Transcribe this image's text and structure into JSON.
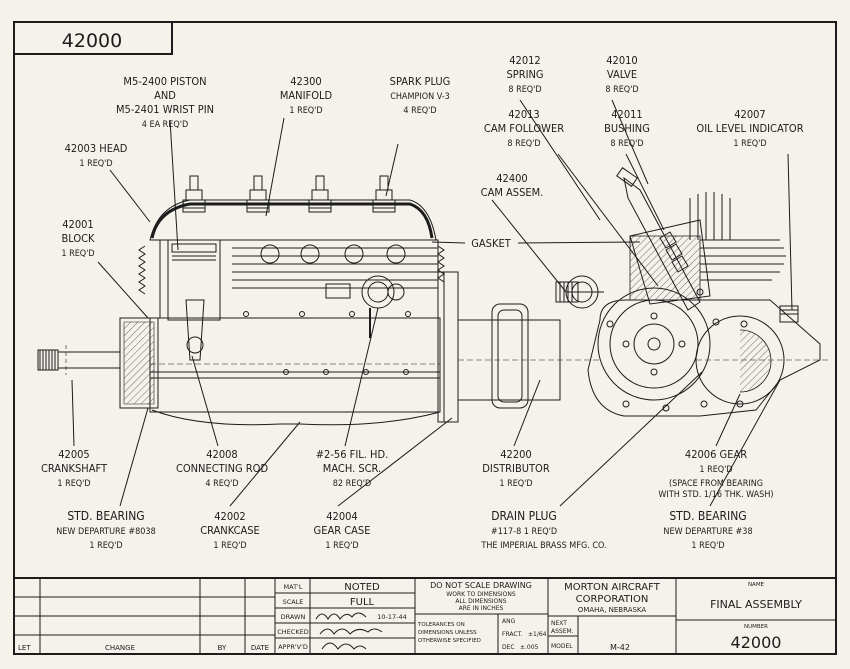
{
  "drawing_number_top": "42000",
  "labels": {
    "piston": [
      "M5-2400 PISTON",
      "AND",
      "M5-2401 WRIST PIN",
      "4 EA REQ'D"
    ],
    "manifold": [
      "42300",
      "MANIFOLD",
      "1 REQ'D"
    ],
    "spark_plug": [
      "SPARK PLUG",
      "CHAMPION V-3",
      "4 REQ'D"
    ],
    "spring": [
      "42012",
      "SPRING",
      "8 REQ'D"
    ],
    "valve": [
      "42010",
      "VALVE",
      "8 REQ'D"
    ],
    "cam_follower": [
      "42013",
      "CAM FOLLOWER",
      "8 REQ'D"
    ],
    "bushing": [
      "42011",
      "BUSHING",
      "8 REQ'D"
    ],
    "oil_level": [
      "42007",
      "OIL LEVEL INDICATOR",
      "1 REQ'D"
    ],
    "head": [
      "42003 HEAD",
      "1 REQ'D"
    ],
    "cam_assem": [
      "42400",
      "CAM ASSEM."
    ],
    "block": [
      "42001",
      "BLOCK",
      "1 REQ'D"
    ],
    "gasket": [
      "GASKET"
    ],
    "crankshaft": [
      "42005",
      "CRANKSHAFT",
      "1 REQ'D"
    ],
    "connecting_rod": [
      "42008",
      "CONNECTING ROD",
      "4 REQ'D"
    ],
    "mach_scr": [
      "#2-56 FIL. HD.",
      "MACH. SCR.",
      "82 REQ'D"
    ],
    "distributor": [
      "42200",
      "DISTRIBUTOR",
      "1 REQ'D"
    ],
    "gear": [
      "42006 GEAR",
      "1 REQ'D",
      "(SPACE FROM BEARING",
      "WITH STD. 1/16 THK. WASH)"
    ],
    "std_bearing_left": [
      "STD. BEARING",
      "NEW DEPARTURE #8038",
      "1 REQ'D"
    ],
    "crankcase": [
      "42002",
      "CRANKCASE",
      "1 REQ'D"
    ],
    "gear_case": [
      "42004",
      "GEAR CASE",
      "1 REQ'D"
    ],
    "drain_plug": [
      "DRAIN PLUG",
      "#117-8   1 REQ'D",
      "THE IMPERIAL BRASS MFG. CO."
    ],
    "std_bearing_right": [
      "STD. BEARING",
      "NEW DEPARTURE #38",
      "1 REQ'D"
    ]
  },
  "title_block": {
    "matl_label": "MAT'L",
    "matl_value": "NOTED",
    "scale_label": "SCALE",
    "scale_value": "FULL",
    "drawn_label": "DRAWN",
    "drawn_date": "10-17-44",
    "checked_label": "CHECKED",
    "approved_label": "APPR'V'D",
    "let_label": "LET",
    "change_label": "CHANGE",
    "by_label": "BY",
    "date_label": "DATE",
    "note": [
      "DO NOT SCALE DRAWING",
      "WORK TO DIMENSIONS",
      "ALL DIMENSIONS",
      "ARE IN INCHES"
    ],
    "tolerances": [
      "TOLERANCES ON",
      "DIMENSIONS UNLESS",
      "OTHERWISE SPECIFIED"
    ],
    "tol_ang": "ANG",
    "tol_fract": "FRACT.",
    "tol_dec": "DEC",
    "tol_dec_val": "±.005",
    "tol_fract_val": "±1/64",
    "company": [
      "MORTON AIRCRAFT",
      "CORPORATION",
      "OMAHA, NEBRASKA"
    ],
    "next_assem_label": [
      "NEXT",
      "ASSEM."
    ],
    "model_label": "MODEL",
    "model_value": "M-42",
    "name_label": "NAME",
    "name_value": "FINAL ASSEMBLY",
    "number_label": "NUMBER",
    "number_value": "42000"
  }
}
